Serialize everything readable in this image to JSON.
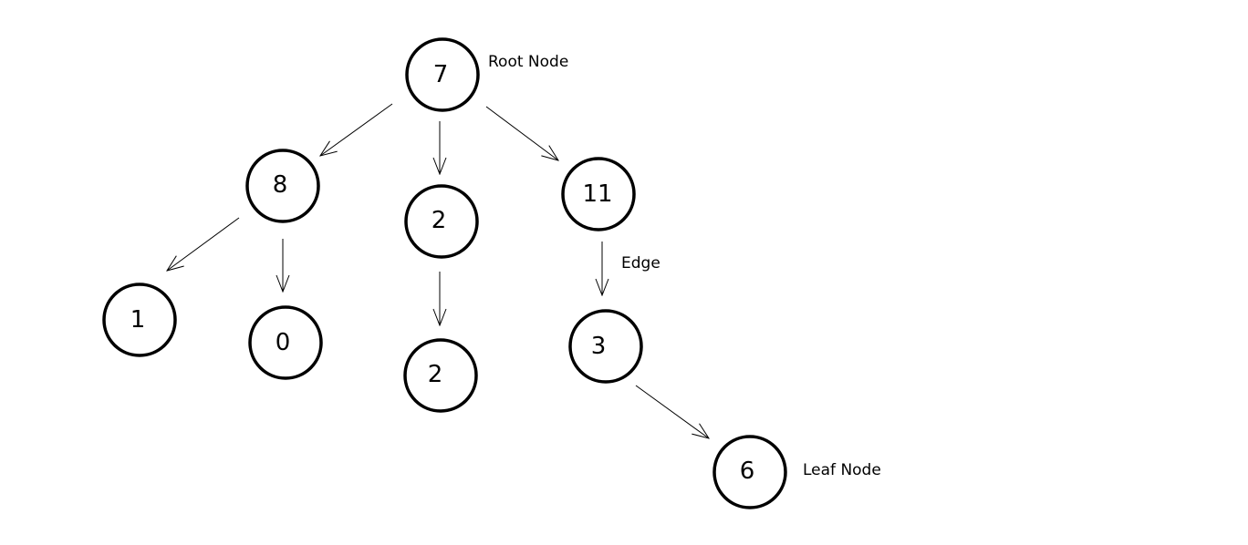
{
  "diagram": {
    "nodes": [
      {
        "id": "n7",
        "label": "7"
      },
      {
        "id": "n8",
        "label": "8"
      },
      {
        "id": "n2a",
        "label": "2"
      },
      {
        "id": "n11",
        "label": "11"
      },
      {
        "id": "n1",
        "label": "1"
      },
      {
        "id": "n0",
        "label": "0"
      },
      {
        "id": "n2b",
        "label": "2"
      },
      {
        "id": "n3",
        "label": "3"
      },
      {
        "id": "n6",
        "label": "6"
      }
    ],
    "edges": [
      {
        "from": "n7",
        "to": "n8"
      },
      {
        "from": "n7",
        "to": "n2a"
      },
      {
        "from": "n7",
        "to": "n11"
      },
      {
        "from": "n8",
        "to": "n1"
      },
      {
        "from": "n8",
        "to": "n0"
      },
      {
        "from": "n2a",
        "to": "n2b"
      },
      {
        "from": "n11",
        "to": "n3"
      },
      {
        "from": "n3",
        "to": "n6"
      }
    ],
    "annotations": {
      "root_node": "Root Node",
      "edge": "Edge",
      "leaf_node": "Leaf Node"
    }
  }
}
